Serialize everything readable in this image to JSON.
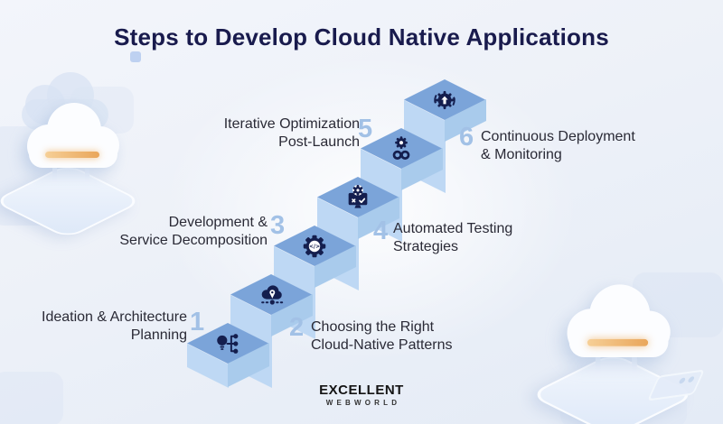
{
  "title": "Steps to Develop Cloud Native Applications",
  "steps": [
    {
      "number": "1",
      "line1": "Ideation & Architecture",
      "line2": "Planning",
      "icon": "lightbulb-flowchart-icon",
      "label_side": "left"
    },
    {
      "number": "2",
      "line1": "Choosing the Right",
      "line2": "Cloud-Native Patterns",
      "icon": "cloud-location-pin-icon",
      "label_side": "right"
    },
    {
      "number": "3",
      "line1": "Development &",
      "line2": "Service Decomposition",
      "icon": "gear-code-icon",
      "label_side": "left"
    },
    {
      "number": "4",
      "line1": "Automated Testing",
      "line2": "Strategies",
      "icon": "monitor-test-check-icon",
      "label_side": "right"
    },
    {
      "number": "5",
      "line1": "Iterative Optimization",
      "line2": "Post-Launch",
      "icon": "gear-infinity-icon",
      "label_side": "left"
    },
    {
      "number": "6",
      "line1": "Continuous Deployment",
      "line2": "& Monitoring",
      "icon": "gear-deploy-cycle-icon",
      "label_side": "right"
    }
  ],
  "logo": {
    "line1": "EXCELLENT",
    "line2": "WEBWORLD"
  },
  "colors": {
    "title": "#191b4d",
    "label_text": "#2a2a36",
    "number": "#a2c1e6",
    "step_top": "#7ba4d9",
    "step_face_left": "#bed8f4",
    "step_face_right": "#a9cbec",
    "icon": "#141e4e",
    "cloud_bar_accent": "#e9a65b",
    "background": "#edf1f8"
  }
}
